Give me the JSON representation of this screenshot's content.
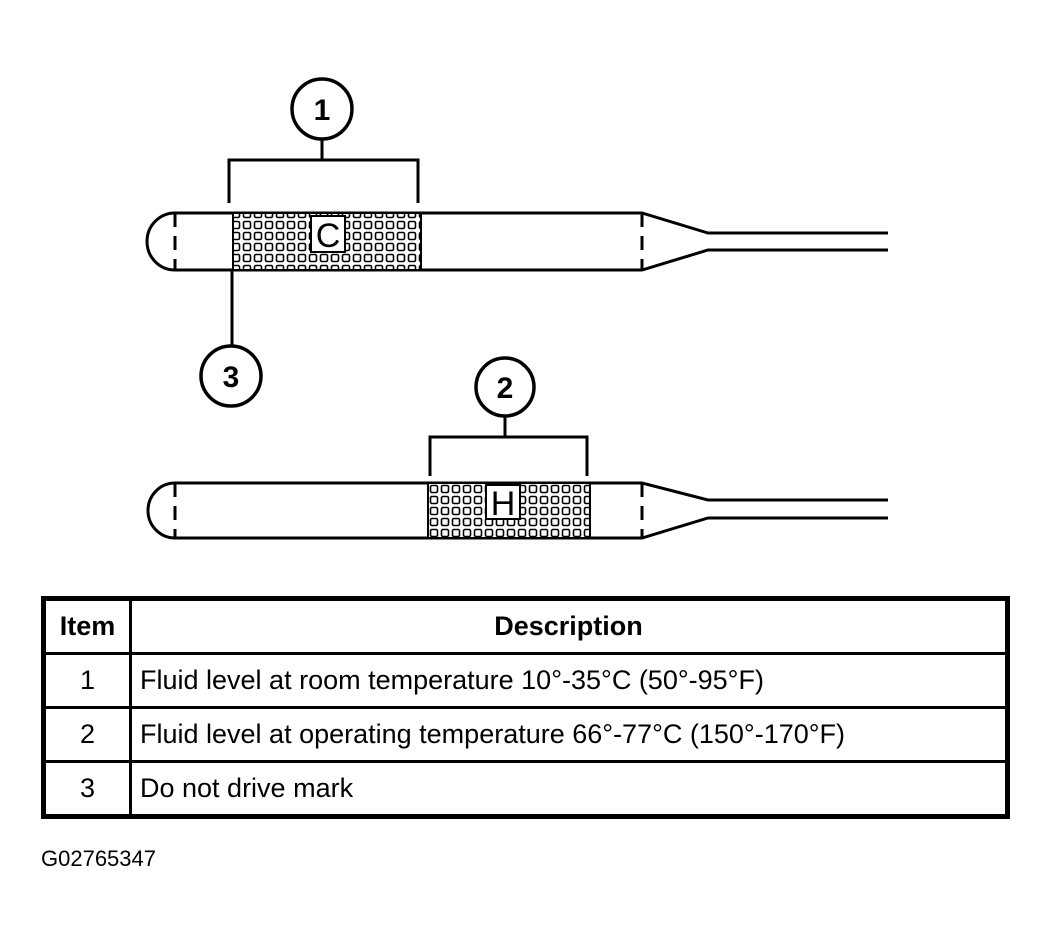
{
  "callouts": {
    "one": "1",
    "two": "2",
    "three": "3"
  },
  "dipstick_marks": {
    "cold": "C",
    "hot": "H"
  },
  "table": {
    "headers": {
      "item": "Item",
      "description": "Description"
    },
    "rows": [
      {
        "item": "1",
        "description": "Fluid level at room temperature 10°-35°C (50°-95°F)"
      },
      {
        "item": "2",
        "description": "Fluid level at operating temperature 66°-77°C (150°-170°F)"
      },
      {
        "item": "3",
        "description": "Do not drive mark"
      }
    ]
  },
  "figure_code": "G02765347"
}
